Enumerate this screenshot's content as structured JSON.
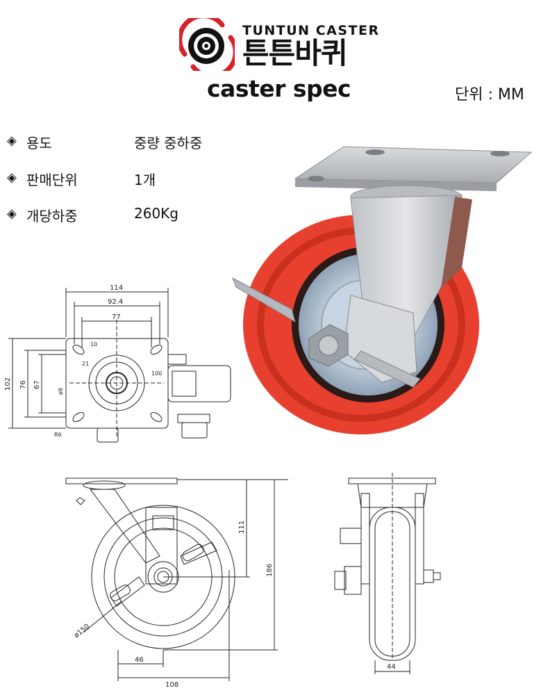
{
  "brand": {
    "name_en": "TUNTUN CASTER",
    "name_ko": "튼튼바퀴",
    "colors": {
      "logo_red": "#d8222a",
      "logo_black": "#111111"
    }
  },
  "title": "caster spec",
  "unit_label": "단위 : MM",
  "specs": [
    {
      "label": "용도",
      "value": "중량 중하중"
    },
    {
      "label": "판매단위",
      "value": "1개"
    },
    {
      "label": "개당하중",
      "value": "260Kg"
    }
  ],
  "spec_bullet": "◈",
  "product_colors": {
    "wheel_red": "#e8402e",
    "metal": "#c9ccd0",
    "rim": "#9fb2c6"
  },
  "dimensions": {
    "top_view": {
      "plate_width": "114",
      "hole_spacing_x": "92.4",
      "inner_x": "77",
      "plate_height": "102",
      "hole_spacing_y": "76",
      "inner_y": "67",
      "slot_a": "21",
      "slot_b": "10",
      "offset": "100",
      "hole_dia": "ø9",
      "corner_radius": "R6"
    },
    "side_view": {
      "height_to_axle": "111",
      "total_height": "186",
      "wheel_dia": "ø150",
      "swivel_offset": "46",
      "overall_length": "108"
    },
    "front_view": {
      "wheel_width": "44"
    }
  }
}
